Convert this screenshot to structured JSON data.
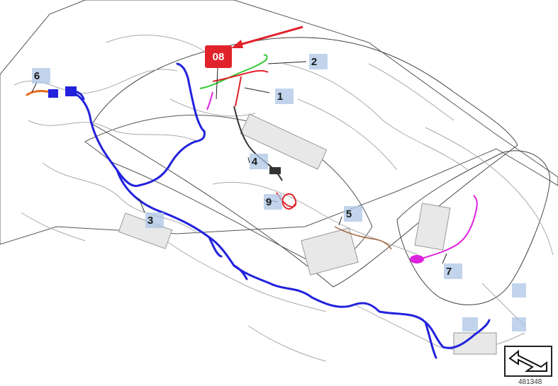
{
  "badge": {
    "label": "08"
  },
  "callouts": [
    {
      "id": "1",
      "label": "1"
    },
    {
      "id": "2",
      "label": "2"
    },
    {
      "id": "3",
      "label": "3"
    },
    {
      "id": "4",
      "label": "4"
    },
    {
      "id": "5",
      "label": "5"
    },
    {
      "id": "6",
      "label": "6"
    },
    {
      "id": "7",
      "label": "7"
    },
    {
      "id": "9",
      "label": "9"
    }
  ],
  "reference_number": "481348",
  "colors": {
    "main_harness": "#2222dd",
    "highlight_red": "#e0222b",
    "harness_green": "#33cc33",
    "harness_magenta": "#dd22dd",
    "harness_orange": "#e86a1a",
    "harness_brown": "#a0643c",
    "harness_dark": "#333333",
    "outline_gray": "#999999",
    "callout_bg": "#adc6e6"
  },
  "icons": {
    "nav": "diagonal-arrow-icon"
  }
}
